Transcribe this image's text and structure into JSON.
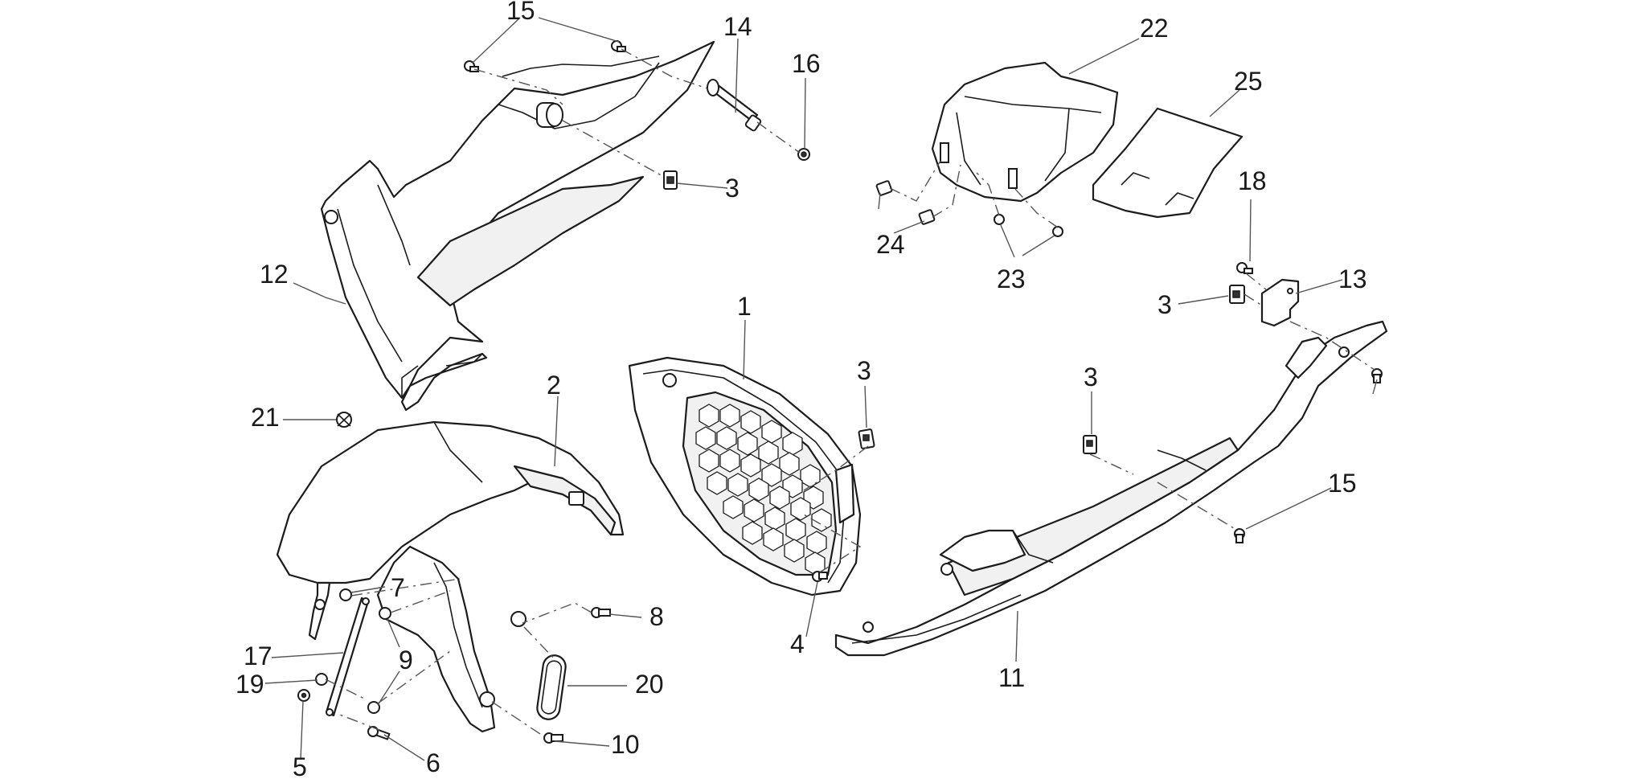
{
  "callouts": [
    {
      "id": "c15a",
      "text": "15"
    },
    {
      "id": "c14",
      "text": "14"
    },
    {
      "id": "c16",
      "text": "16"
    },
    {
      "id": "c3a",
      "text": "3"
    },
    {
      "id": "c12",
      "text": "12"
    },
    {
      "id": "c22",
      "text": "22"
    },
    {
      "id": "c25",
      "text": "25"
    },
    {
      "id": "c18",
      "text": "18"
    },
    {
      "id": "c24",
      "text": "24"
    },
    {
      "id": "c23",
      "text": "23"
    },
    {
      "id": "c13",
      "text": "13"
    },
    {
      "id": "c3b",
      "text": "3"
    },
    {
      "id": "c1",
      "text": "1"
    },
    {
      "id": "c3c",
      "text": "3"
    },
    {
      "id": "c3d",
      "text": "3"
    },
    {
      "id": "c2",
      "text": "2"
    },
    {
      "id": "c21",
      "text": "21"
    },
    {
      "id": "c15b",
      "text": "15"
    },
    {
      "id": "c7",
      "text": "7"
    },
    {
      "id": "c8",
      "text": "8"
    },
    {
      "id": "c9",
      "text": "9"
    },
    {
      "id": "c17",
      "text": "17"
    },
    {
      "id": "c19",
      "text": "19"
    },
    {
      "id": "c20",
      "text": "20"
    },
    {
      "id": "c4",
      "text": "4"
    },
    {
      "id": "c11",
      "text": "11"
    },
    {
      "id": "c10",
      "text": "10"
    },
    {
      "id": "c5",
      "text": "5"
    },
    {
      "id": "c6",
      "text": "6"
    }
  ]
}
